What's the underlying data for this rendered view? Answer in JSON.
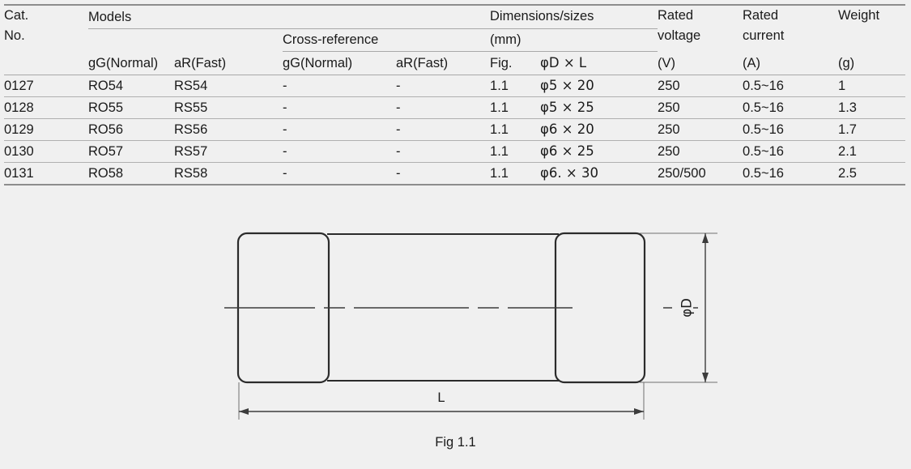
{
  "table": {
    "header": {
      "cat_no_line1": "Cat.",
      "cat_no_line2": "No.",
      "models_group": "Models",
      "cross_reference_group": "Cross-reference",
      "dimensions_line1": "Dimensions/sizes",
      "dimensions_line2": "(mm)",
      "rated_voltage_line1": "Rated",
      "rated_voltage_line2": "voltage",
      "rated_voltage_unit": "(V)",
      "rated_current_line1": "Rated",
      "rated_current_line2": "current",
      "rated_current_unit": "(A)",
      "weight_line1": "Weight",
      "weight_unit": "(g)",
      "models_gg": "gG(Normal)",
      "models_ar": "aR(Fast)",
      "xref_gg": "gG(Normal)",
      "xref_ar": "aR(Fast)",
      "fig": "Fig.",
      "dim_dxl": "φD × L"
    },
    "rows": [
      {
        "cat_no": "0127",
        "models_gg": "RO54",
        "models_ar": "RS54",
        "xref_gg": "-",
        "xref_ar": "-",
        "fig": "1.1",
        "dim": "φ5 × 20",
        "voltage": "250",
        "current": "0.5~16",
        "weight": "1"
      },
      {
        "cat_no": "0128",
        "models_gg": "RO55",
        "models_ar": "RS55",
        "xref_gg": "-",
        "xref_ar": "-",
        "fig": "1.1",
        "dim": "φ5 × 25",
        "voltage": "250",
        "current": "0.5~16",
        "weight": "1.3"
      },
      {
        "cat_no": "0129",
        "models_gg": "RO56",
        "models_ar": "RS56",
        "xref_gg": "-",
        "xref_ar": "-",
        "fig": "1.1",
        "dim": "φ6 × 20",
        "voltage": "250",
        "current": "0.5~16",
        "weight": "1.7"
      },
      {
        "cat_no": "0130",
        "models_gg": "RO57",
        "models_ar": "RS57",
        "xref_gg": "-",
        "xref_ar": "-",
        "fig": "1.1",
        "dim": "φ6 × 25",
        "voltage": "250",
        "current": "0.5~16",
        "weight": "2.1"
      },
      {
        "cat_no": "0131",
        "models_gg": "RO58",
        "models_ar": "RS58",
        "xref_gg": "-",
        "xref_ar": "-",
        "fig": "1.1",
        "dim": "φ6. × 30",
        "voltage": "250/500",
        "current": "0.5~16",
        "weight": "2.5"
      }
    ]
  },
  "figure": {
    "caption": "Fig 1.1",
    "length_label": "L",
    "diameter_label": "φD",
    "line_color": "#2b2b2b",
    "dimension_color": "#4a4a4a",
    "background": "#f0f0f0"
  }
}
